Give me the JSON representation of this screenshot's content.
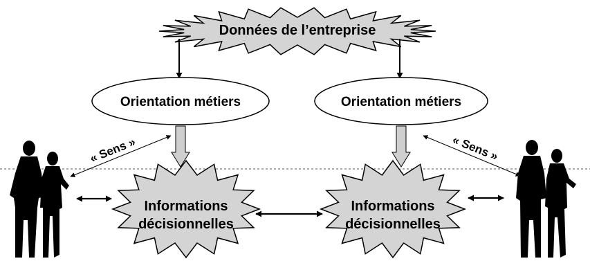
{
  "diagram": {
    "top_node": "Données de l’entreprise",
    "orientation_left": "Orientation métiers",
    "orientation_right": "Orientation métiers",
    "info_left": {
      "line1": "Informations",
      "line2": "décisionnelles"
    },
    "info_right": {
      "line1": "Informations",
      "line2": "décisionnelles"
    },
    "sens_left": "« Sens »",
    "sens_right": "« Sens »"
  },
  "colors": {
    "burst_fill": "#d4d4d4",
    "ellipse_fill": "#ffffff",
    "stroke": "#000000",
    "hollow_arrow_fill": "#cfcfcf",
    "dashed_line": "#555555",
    "silhouette": "#000000"
  }
}
